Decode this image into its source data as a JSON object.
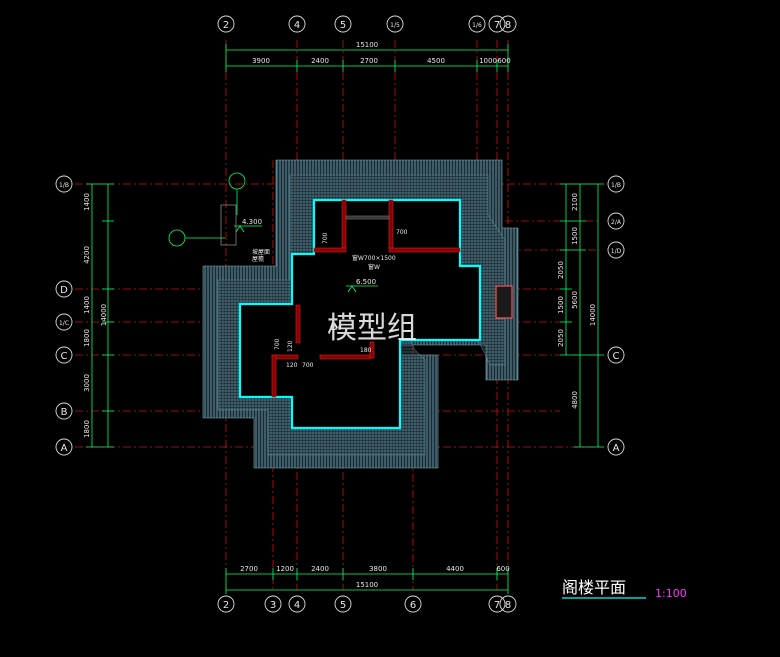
{
  "title": "阁楼平面",
  "scale": "1:100",
  "watermark": "模型组",
  "top_axes": [
    "2",
    "4",
    "5",
    "1/5",
    "1/6",
    "7",
    "8"
  ],
  "bottom_axes": [
    "2",
    "3",
    "4",
    "5",
    "6",
    "7",
    "8"
  ],
  "left_axes": [
    "1/B",
    "D",
    "1/C",
    "C",
    "B",
    "A"
  ],
  "right_axes": [
    "1/B",
    "2/A",
    "1/D",
    "C",
    "A"
  ],
  "top_dims": {
    "total": "15100",
    "segments": [
      "3900",
      "2400",
      "2700",
      "4500",
      "1000",
      "600"
    ]
  },
  "bottom_dims": {
    "total": "15100",
    "segments": [
      "2700",
      "1200",
      "2400",
      "3800",
      "4400",
      "600"
    ]
  },
  "left_dims": {
    "total": "14000",
    "segments": [
      "1400",
      "4200",
      "1400",
      "1800",
      "3000",
      "1800"
    ]
  },
  "right_dims": {
    "total": "14000",
    "outer": [
      "2100",
      "1500",
      "2050",
      "1500",
      "2050",
      "4800"
    ],
    "inner": "5600"
  },
  "annotations": {
    "level_main": "6.500",
    "level_side": "4.300",
    "window_note": "窗W700×1500",
    "window_sub": "窗W",
    "note_left": "坡屋面",
    "note_left2": "屋檐",
    "d700_a": "700",
    "d700_b": "700",
    "d700_c": "700",
    "d700_d": "700",
    "d120_a": "120",
    "d120_b": "120",
    "d120_c": "120",
    "d180": "180"
  },
  "colors": {
    "axis_red": "#cc1111",
    "dim_green": "#00ff66",
    "roof_blue": "#5e8fa0",
    "wall_cyan": "#00ffff",
    "interior_red": "#b00000"
  }
}
